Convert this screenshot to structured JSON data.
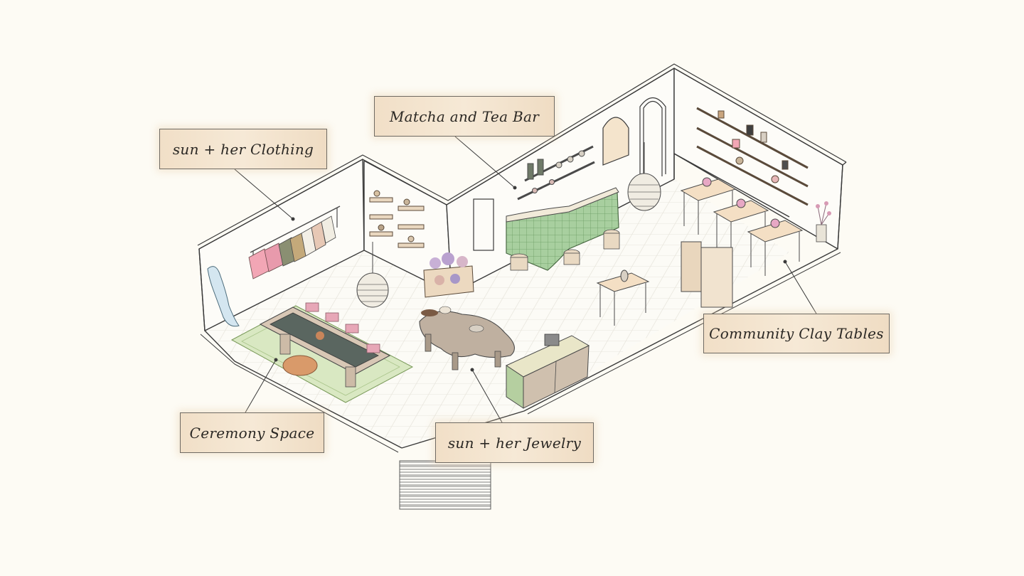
{
  "labels": {
    "clothing": "sun + her Clothing",
    "matcha": "Matcha and Tea Bar",
    "clay": "Community Clay Tables",
    "ceremony": "Ceremony Space",
    "jewelry": "sun + her Jewelry"
  },
  "colors": {
    "background": "#fdfbf4",
    "label_fill": "#f3e3cc",
    "line": "#3a3a3a",
    "tile_green": "#9fc79a",
    "rug_green": "#cfe2b4",
    "wood": "#c9a57e",
    "clothing_pink": "#f2a6b5"
  }
}
